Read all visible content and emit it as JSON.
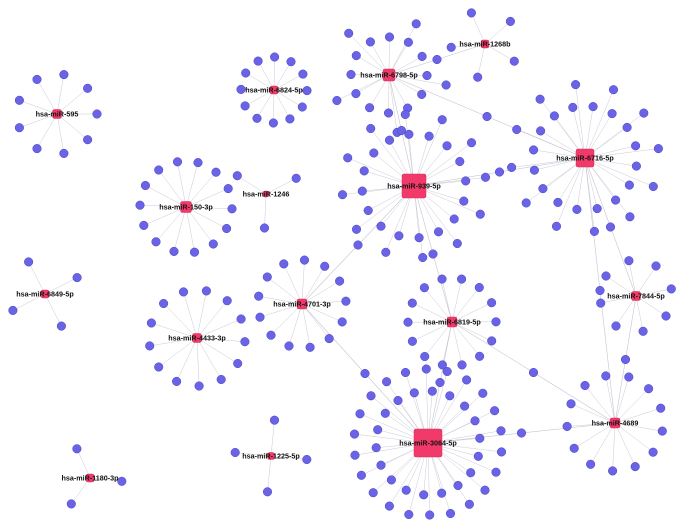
{
  "colors": {
    "mirna": "#f23a6a",
    "target": "#6a63e6",
    "edge": "#c9c9d6",
    "background": "#ffffff"
  },
  "mirnas": [
    {
      "id": "m595",
      "label": "hsa-miR-595"
    },
    {
      "id": "m1268b",
      "label": "hsa-miR-1268b"
    },
    {
      "id": "m6798",
      "label": "hsa-miR-6798-5p"
    },
    {
      "id": "m6824",
      "label": "hsa-miR-6824-5p"
    },
    {
      "id": "m6716",
      "label": "hsa-miR-6716-5p"
    },
    {
      "id": "m939",
      "label": "hsa-miR-939-5p"
    },
    {
      "id": "m150",
      "label": "hsa-miR-150-3p"
    },
    {
      "id": "m1246",
      "label": "hsa-miR-1246"
    },
    {
      "id": "m6849",
      "label": "hsa-miR-6849-5p"
    },
    {
      "id": "m4701",
      "label": "hsa-miR-4701-3p"
    },
    {
      "id": "m7844",
      "label": "hsa-miR-7844-5p"
    },
    {
      "id": "m6819",
      "label": "hsa-miR-6819-5p"
    },
    {
      "id": "m4433",
      "label": "hsa-miR-4433-3p"
    },
    {
      "id": "m3064",
      "label": "hsa-miR-3064-5p"
    },
    {
      "id": "m4689",
      "label": "hsa-miR-4689"
    },
    {
      "id": "m1225",
      "label": "hsa-miR-1225-5p"
    },
    {
      "id": "m1180",
      "label": "hsa-miR-1180-3p"
    }
  ],
  "links": [
    [
      "m6798",
      "m6716"
    ],
    [
      "m939",
      "m6716"
    ],
    [
      "m6798",
      "m939"
    ],
    [
      "m6716",
      "m7844"
    ],
    [
      "m6716",
      "m4689"
    ],
    [
      "m939",
      "m4701"
    ],
    [
      "m939",
      "m6819"
    ],
    [
      "m4701",
      "m3064"
    ],
    [
      "m6819",
      "m3064"
    ],
    [
      "m6819",
      "m4689"
    ],
    [
      "m3064",
      "m4689"
    ],
    [
      "m7844",
      "m4689"
    ],
    [
      "m1268b",
      "m6798"
    ]
  ]
}
